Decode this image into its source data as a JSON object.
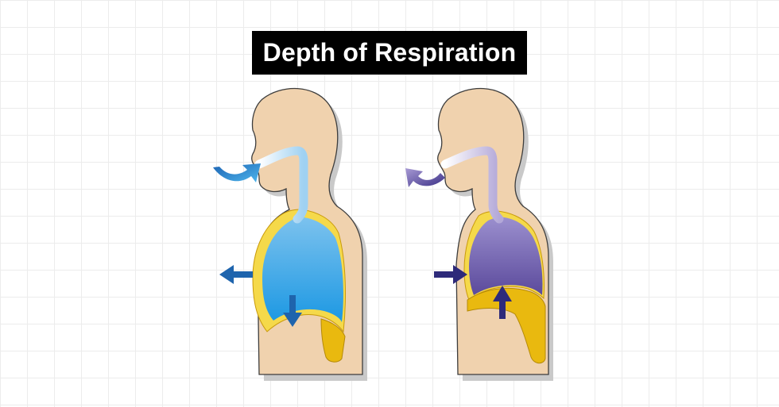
{
  "title": "Depth of Respiration",
  "figures": [
    {
      "id": "inhalation",
      "lung_color": "#29a3e6",
      "air_color": "#a9d7f2",
      "arrow_color": "#1e64ad"
    },
    {
      "id": "exhalation",
      "lung_color": "#6f5aa8",
      "air_color": "#b6abd6",
      "arrow_color": "#2e2a7a"
    }
  ],
  "colors": {
    "skin": "#f0d2ae",
    "outline": "#3d3d3d",
    "diaphragm": "#e9b90f",
    "pleura": "#f5d94a",
    "shadow": "#c7c7c7"
  }
}
